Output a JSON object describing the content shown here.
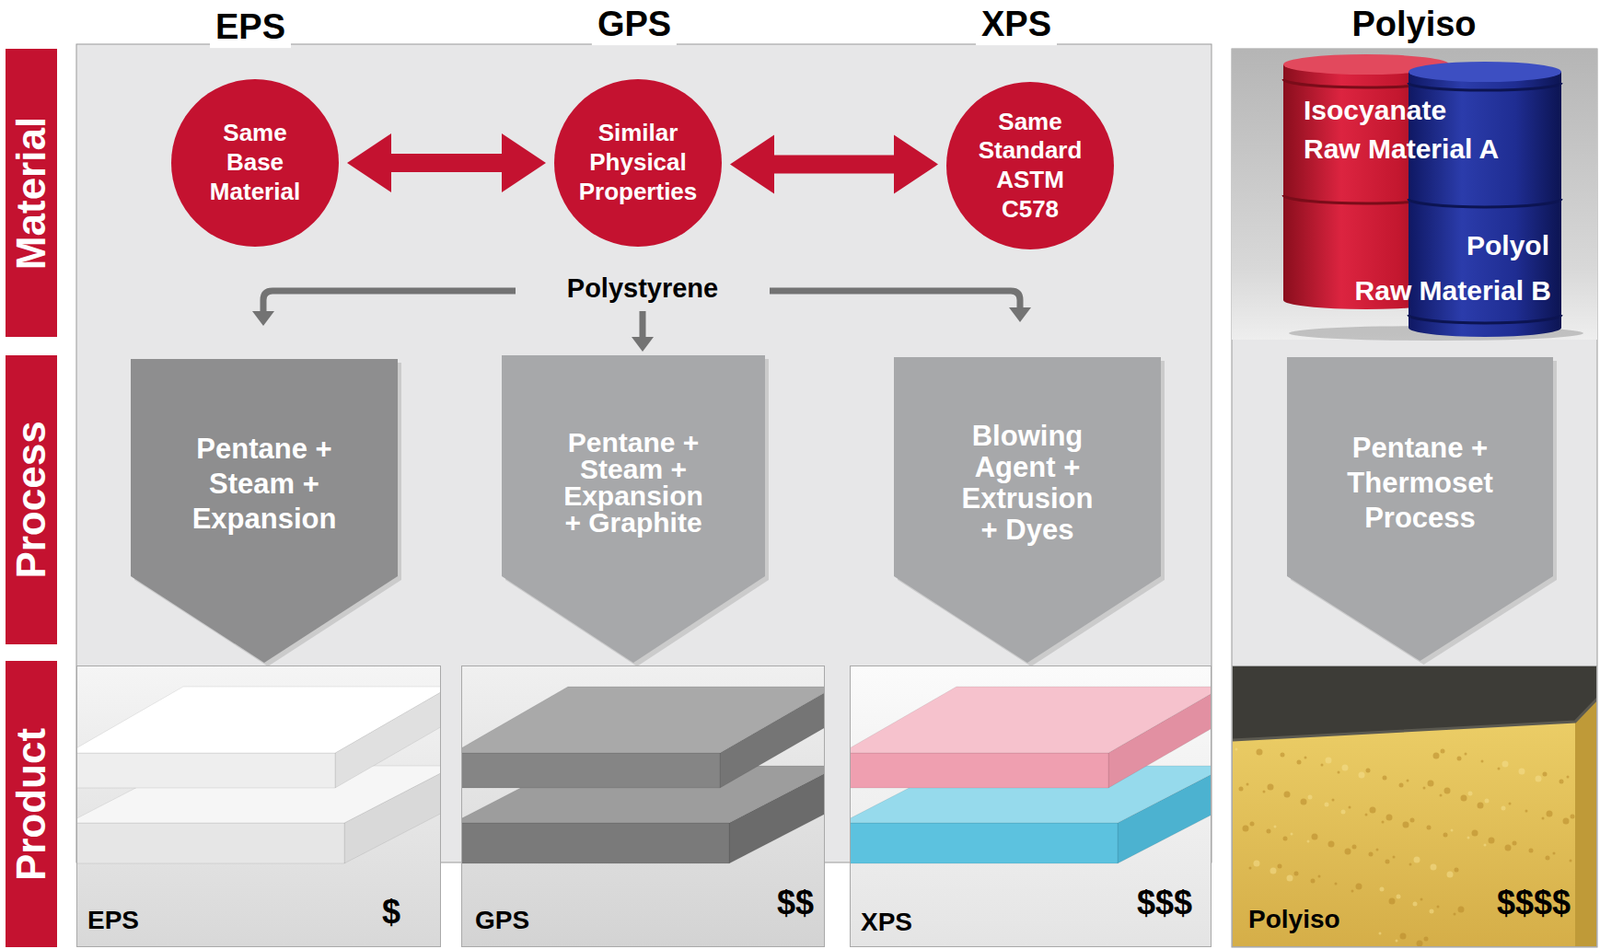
{
  "diagram": {
    "nodes": [
      {
        "text": [
          "Material"
        ]
      },
      {
        "text": [
          "Process"
        ]
      },
      {
        "text": [
          "Product"
        ]
      },
      {
        "text": [
          "Same Base Material"
        ]
      },
      {
        "text": [
          "Similar Physical Properties"
        ]
      },
      {
        "text": [
          "Same Standard ASTM C578"
        ]
      },
      {
        "text": [
          "Pentane + Steam + Expansion"
        ]
      },
      {
        "text": [
          "Pentane + Steam + Expansion + Graphite"
        ]
      },
      {
        "text": [
          "Blowing Agent + Extrusion + Dyes"
        ]
      },
      {
        "text": [
          "Pentane + Thermoset Process"
        ]
      },
      {
        "text": [
          "EPS",
          "$"
        ]
      },
      {
        "text": [
          "GPS",
          "$$"
        ]
      },
      {
        "text": [
          "XPS",
          "$$$"
        ]
      },
      {
        "text": [
          "Polyiso",
          "$$$$"
        ]
      }
    ],
    "edges": [
      {
        "from": 3,
        "to": 4,
        "arrow": "both"
      },
      {
        "from": 4,
        "to": 5,
        "arrow": "both"
      }
    ],
    "labels": [
      "EPS",
      "GPS",
      "XPS",
      "Polyiso",
      "Polystyrene",
      "Isocyanate",
      "Raw Material A",
      "Polyol",
      "Raw Material B"
    ]
  }
}
